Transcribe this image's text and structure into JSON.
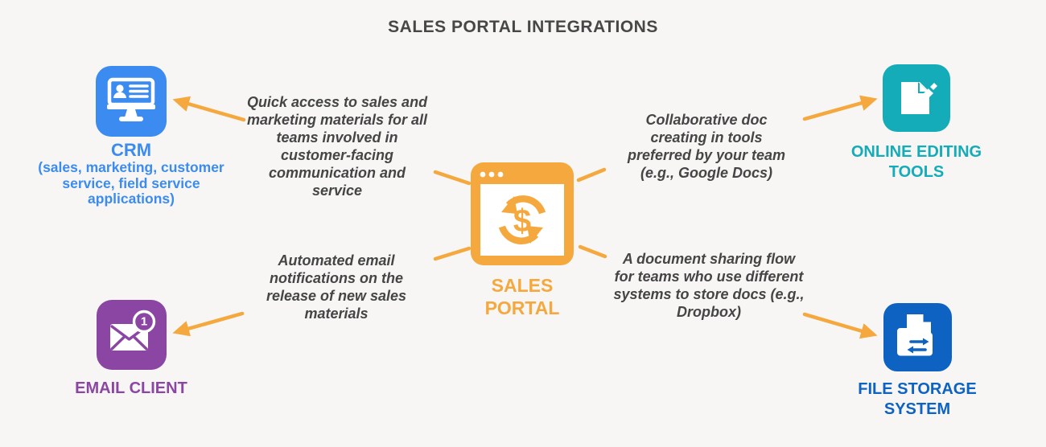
{
  "title": "SALES PORTAL INTEGRATIONS",
  "colors": {
    "bg": "#F7F6F4",
    "ink": "#474747",
    "orange": "#F5A83E",
    "blue": "#3B8BF0",
    "teal": "#14ACB8",
    "purple": "#8B46A4",
    "navy": "#0D62C2"
  },
  "center": {
    "label": "SALES PORTAL",
    "icon_symbol": "$"
  },
  "nodes": {
    "crm": {
      "label": "CRM",
      "sublabel": "(sales, marketing, customer service, field service applications)"
    },
    "editing": {
      "label": "ONLINE EDITING TOOLS"
    },
    "email": {
      "label": "EMAIL CLIENT",
      "badge": "1"
    },
    "storage": {
      "label": "FILE STORAGE SYSTEM"
    }
  },
  "annotations": {
    "crm": "Quick access to sales and marketing materials for all teams involved in customer-facing communication and service",
    "editing": "Collaborative doc creating in tools preferred by your team (e.g., Google Docs)",
    "email": "Automated email notifications on the release of new sales materials",
    "storage": "A document sharing flow for teams who use different systems to store docs (e.g., Dropbox)"
  }
}
